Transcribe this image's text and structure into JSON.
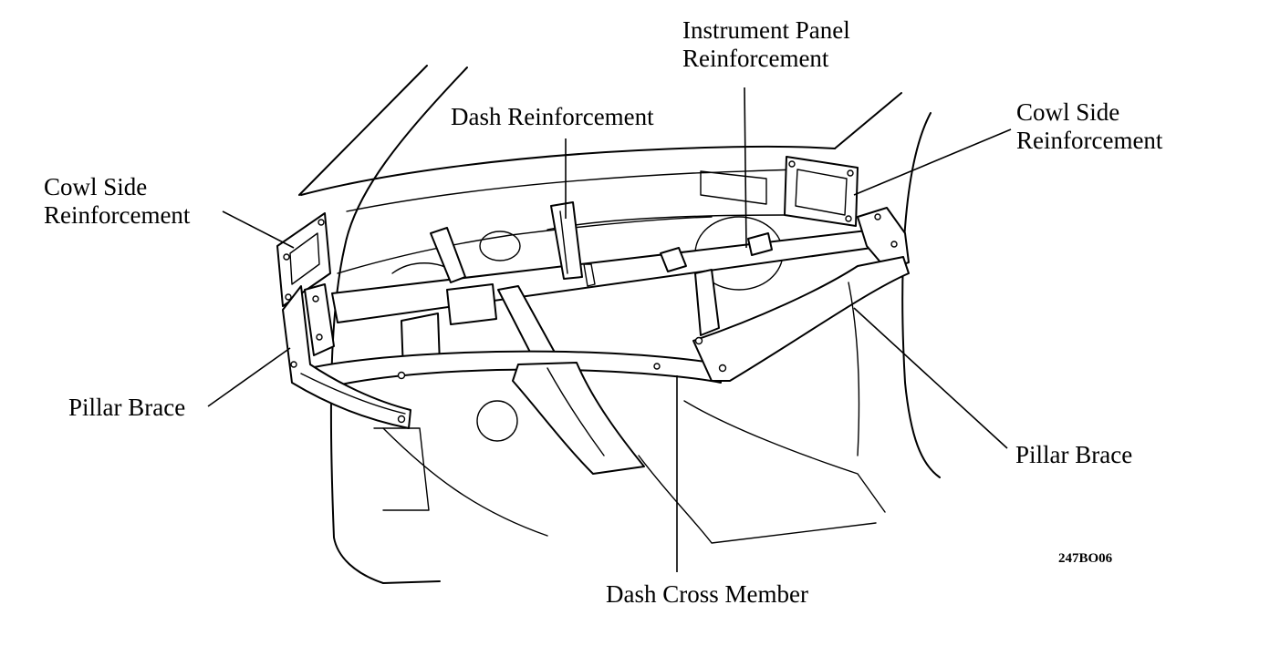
{
  "labels": {
    "instrument_panel_reinforcement": {
      "line1": "Instrument Panel",
      "line2": "Reinforcement"
    },
    "dash_reinforcement": "Dash Reinforcement",
    "cowl_side_left": {
      "line1": "Cowl Side",
      "line2": "Reinforcement"
    },
    "cowl_side_right": {
      "line1": "Cowl Side",
      "line2": "Reinforcement"
    },
    "pillar_brace_left": "Pillar Brace",
    "pillar_brace_right": "Pillar Brace",
    "dash_cross_member": "Dash Cross Member"
  },
  "figure_code": "247BO06"
}
